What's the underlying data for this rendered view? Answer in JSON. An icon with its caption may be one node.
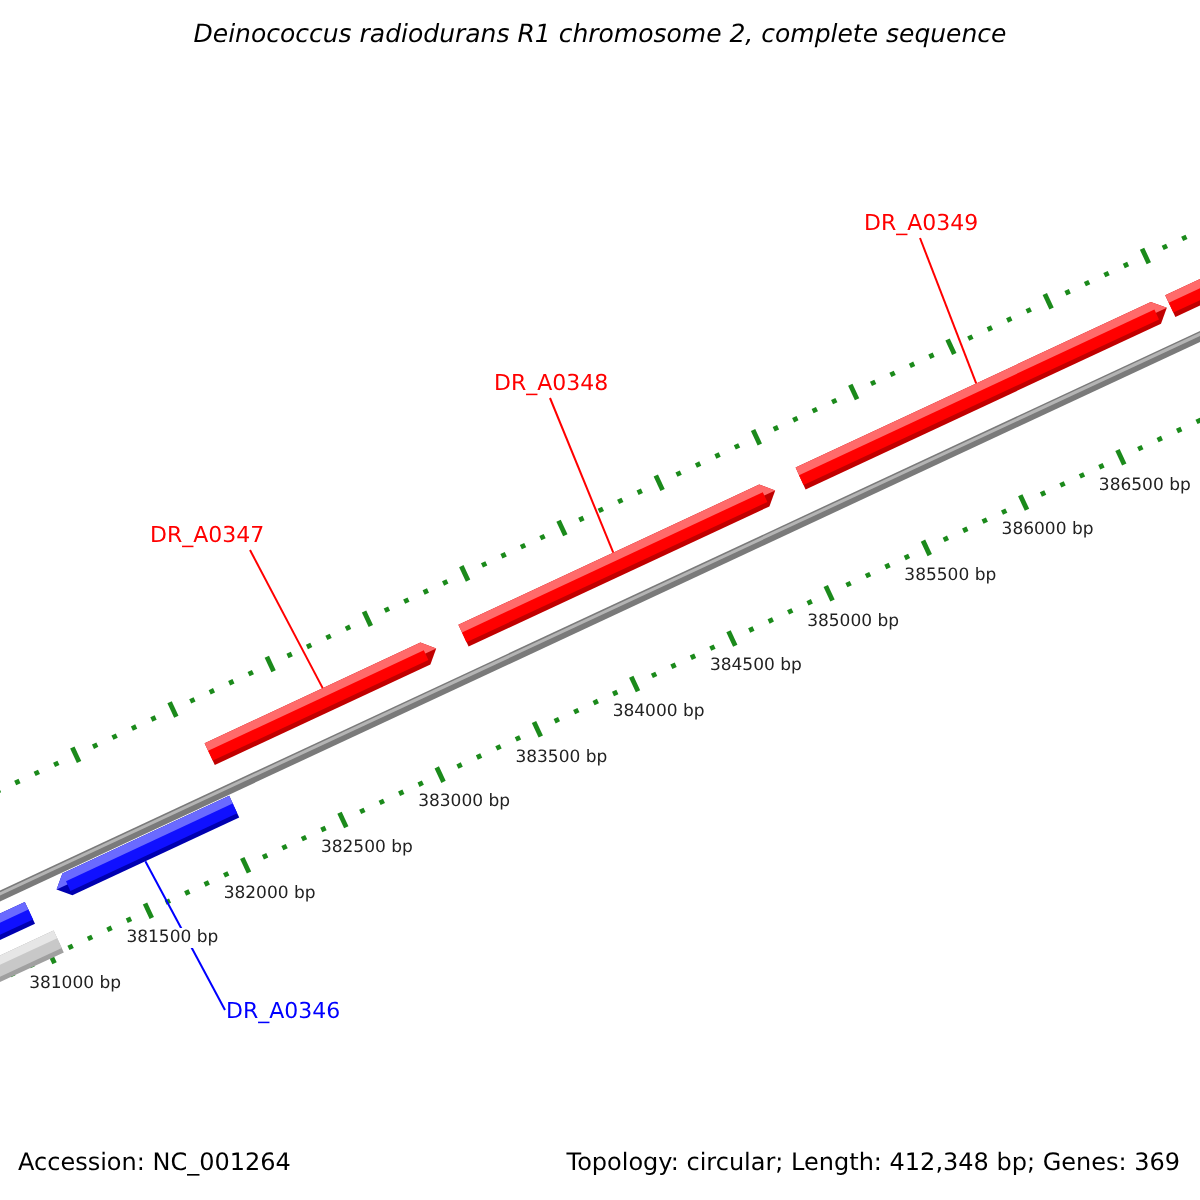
{
  "diagram": {
    "title": "Deinococcus radiodurans R1 chromosome 2, complete sequence",
    "nodes": [
      {
        "text": [
          "DR_A0347"
        ]
      },
      {
        "text": [],
        "shape": "bar"
      },
      {
        "text": [
          "DR_A0348"
        ]
      },
      {
        "text": [],
        "shape": "bar"
      },
      {
        "text": [
          "DR_A0349"
        ]
      },
      {
        "text": [],
        "shape": "bar"
      },
      {
        "text": [
          "DR_A0346"
        ]
      },
      {
        "text": [],
        "shape": "bar"
      }
    ],
    "edges": [
      {
        "from": 0,
        "to": 1,
        "arrow": "none"
      },
      {
        "from": 2,
        "to": 3,
        "arrow": "none"
      },
      {
        "from": 4,
        "to": 5,
        "arrow": "none"
      },
      {
        "from": 6,
        "to": 7,
        "arrow": "none",
        "color": "#0000ff"
      }
    ],
    "labels": [
      "386500 bp",
      "386000 bp",
      "385500 bp",
      "385000 bp",
      "384500 bp",
      "384000 bp",
      "383500 bp",
      "383000 bp",
      "382500 bp",
      "382000 bp",
      "381500 bp",
      "381000 bp",
      "Accession: NC_001264",
      "Topology: circular; Length: 412,348 bp; Genes: 369"
    ]
  }
}
